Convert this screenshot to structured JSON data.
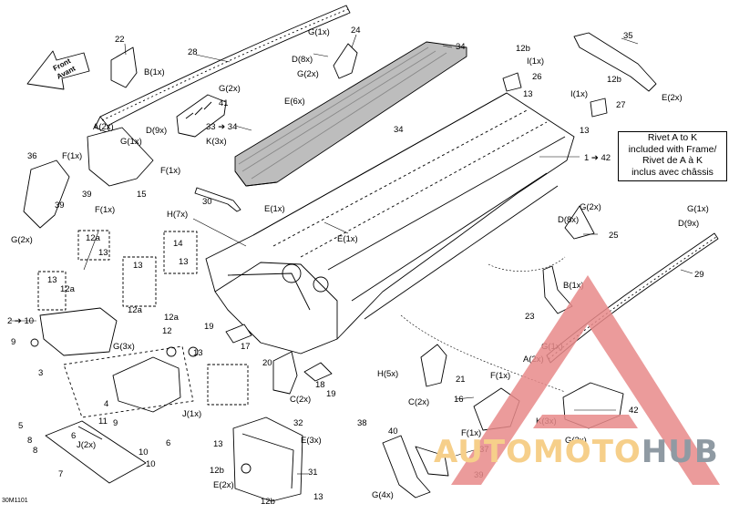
{
  "diagram": {
    "drawing_code": "30M1101",
    "front_arrow": {
      "line1": "Front",
      "line2": "Avant"
    },
    "note": {
      "lines": [
        "Rivet A to K",
        "included with Frame/",
        "Rivet de A à K",
        "inclus avec châssis"
      ]
    },
    "watermark": {
      "part1": "AUTOMOTO",
      "part2": "HUB"
    },
    "callouts": [
      {
        "id": "c-28",
        "text": "28"
      },
      {
        "id": "c-22",
        "text": "22"
      },
      {
        "id": "c-b1-a",
        "text": "B(1x)"
      },
      {
        "id": "c-g1-a",
        "text": "G(1x)"
      },
      {
        "id": "c-24",
        "text": "24"
      },
      {
        "id": "c-d8-a",
        "text": "D(8x)"
      },
      {
        "id": "c-g2-a",
        "text": "G(2x)"
      },
      {
        "id": "c-34-a",
        "text": "34"
      },
      {
        "id": "c-12b-a",
        "text": "12b"
      },
      {
        "id": "c-i1-a",
        "text": "I(1x)"
      },
      {
        "id": "c-26",
        "text": "26"
      },
      {
        "id": "c-13-a",
        "text": "13"
      },
      {
        "id": "c-35",
        "text": "35"
      },
      {
        "id": "c-12b-b",
        "text": "12b"
      },
      {
        "id": "c-e2-a",
        "text": "E(2x)"
      },
      {
        "id": "c-i1-b",
        "text": "I(1x)"
      },
      {
        "id": "c-27",
        "text": "27"
      },
      {
        "id": "c-13-b",
        "text": "13"
      },
      {
        "id": "c-g2-b",
        "text": "G(2x)"
      },
      {
        "id": "c-41",
        "text": "41"
      },
      {
        "id": "c-e6",
        "text": "E(6x)"
      },
      {
        "id": "c-a2-a",
        "text": "A(2x)"
      },
      {
        "id": "c-d9-a",
        "text": "D(9x)"
      },
      {
        "id": "c-g1-b",
        "text": "G(1x)"
      },
      {
        "id": "c-33-34",
        "text": "33 ➔ 34"
      },
      {
        "id": "c-k3-a",
        "text": "K(3x)"
      },
      {
        "id": "c-34-b",
        "text": "34"
      },
      {
        "id": "c-1-42",
        "text": "1 ➔ 42"
      },
      {
        "id": "c-36",
        "text": "36"
      },
      {
        "id": "c-f1-a",
        "text": "F(1x)"
      },
      {
        "id": "c-f1-b",
        "text": "F(1x)"
      },
      {
        "id": "c-39-a",
        "text": "39"
      },
      {
        "id": "c-15",
        "text": "15"
      },
      {
        "id": "c-39-b",
        "text": "39"
      },
      {
        "id": "c-f1-c",
        "text": "F(1x)"
      },
      {
        "id": "c-g2-c",
        "text": "G(2x)"
      },
      {
        "id": "c-30",
        "text": "30"
      },
      {
        "id": "c-h7",
        "text": "H(7x)"
      },
      {
        "id": "c-e1-a",
        "text": "E(1x)"
      },
      {
        "id": "c-e1-b",
        "text": "E(1x)"
      },
      {
        "id": "c-g1-c",
        "text": "G(1x)"
      },
      {
        "id": "c-d9-b",
        "text": "D(9x)"
      },
      {
        "id": "c-g2-d",
        "text": "G(2x)"
      },
      {
        "id": "c-d8-b",
        "text": "D(8x)"
      },
      {
        "id": "c-25",
        "text": "25"
      },
      {
        "id": "c-12a-a",
        "text": "12a"
      },
      {
        "id": "c-13-c",
        "text": "13"
      },
      {
        "id": "c-14",
        "text": "14"
      },
      {
        "id": "c-13-d",
        "text": "13"
      },
      {
        "id": "c-13-e",
        "text": "13"
      },
      {
        "id": "c-13-f",
        "text": "13"
      },
      {
        "id": "c-12a-b",
        "text": "12a"
      },
      {
        "id": "c-12a-c",
        "text": "12a"
      },
      {
        "id": "c-2-10",
        "text": "2 ➔ 10"
      },
      {
        "id": "c-9-a",
        "text": "9"
      },
      {
        "id": "c-3",
        "text": "3"
      },
      {
        "id": "c-g3",
        "text": "G(3x)"
      },
      {
        "id": "c-12a-d",
        "text": "12a"
      },
      {
        "id": "c-12",
        "text": "12"
      },
      {
        "id": "c-13-g",
        "text": "13"
      },
      {
        "id": "c-19-a",
        "text": "19"
      },
      {
        "id": "c-17",
        "text": "17"
      },
      {
        "id": "c-29",
        "text": "29"
      },
      {
        "id": "c-b1-b",
        "text": "B(1x)"
      },
      {
        "id": "c-23",
        "text": "23"
      },
      {
        "id": "c-g1-d",
        "text": "G(1x)"
      },
      {
        "id": "c-a2-b",
        "text": "A(2x)"
      },
      {
        "id": "c-20",
        "text": "20"
      },
      {
        "id": "c-18",
        "text": "18"
      },
      {
        "id": "c-19-b",
        "text": "19"
      },
      {
        "id": "c-c2-a",
        "text": "C(2x)"
      },
      {
        "id": "c-h5",
        "text": "H(5x)"
      },
      {
        "id": "c-21",
        "text": "21"
      },
      {
        "id": "c-c2-b",
        "text": "C(2x)"
      },
      {
        "id": "c-f1-d",
        "text": "F(1x)"
      },
      {
        "id": "c-16",
        "text": "16"
      },
      {
        "id": "c-42",
        "text": "42"
      },
      {
        "id": "c-k3-b",
        "text": "K(3x)"
      },
      {
        "id": "c-f1-e",
        "text": "F(1x)"
      },
      {
        "id": "c-g2-e",
        "text": "G(2x)"
      },
      {
        "id": "c-4",
        "text": "4"
      },
      {
        "id": "c-9-b",
        "text": "9"
      },
      {
        "id": "c-11",
        "text": "11"
      },
      {
        "id": "c-j1",
        "text": "J(1x)"
      },
      {
        "id": "c-5",
        "text": "5"
      },
      {
        "id": "c-6-a",
        "text": "6"
      },
      {
        "id": "c-6-b",
        "text": "6"
      },
      {
        "id": "c-j2",
        "text": "J(2x)"
      },
      {
        "id": "c-8-a",
        "text": "8"
      },
      {
        "id": "c-8-b",
        "text": "8"
      },
      {
        "id": "c-10-a",
        "text": "10"
      },
      {
        "id": "c-10-b",
        "text": "10"
      },
      {
        "id": "c-7",
        "text": "7"
      },
      {
        "id": "c-32",
        "text": "32"
      },
      {
        "id": "c-e3",
        "text": "E(3x)"
      },
      {
        "id": "c-13-h",
        "text": "13"
      },
      {
        "id": "c-12b-c",
        "text": "12b"
      },
      {
        "id": "c-e2-b",
        "text": "E(2x)"
      },
      {
        "id": "c-31",
        "text": "31"
      },
      {
        "id": "c-12b-d",
        "text": "12b"
      },
      {
        "id": "c-13-i",
        "text": "13"
      },
      {
        "id": "c-38",
        "text": "38"
      },
      {
        "id": "c-40",
        "text": "40"
      },
      {
        "id": "c-g4",
        "text": "G(4x)"
      },
      {
        "id": "c-37",
        "text": "37"
      },
      {
        "id": "c-39-c",
        "text": "39"
      }
    ]
  }
}
